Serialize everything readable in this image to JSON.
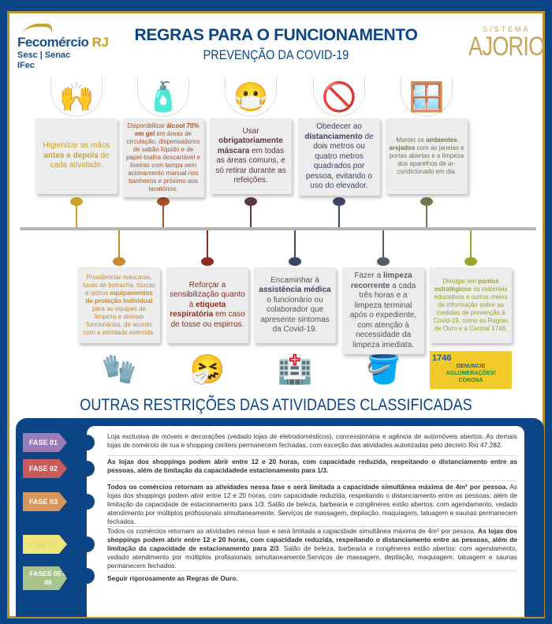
{
  "header": {
    "org_logo": {
      "name": "Fecomércio",
      "suffix": "RJ",
      "line2": "Sesc | Senac",
      "line3": "IFec"
    },
    "title": "REGRAS PARA O FUNCIONAMENTO",
    "subtitle": "PREVENÇÃO DA COVID-19",
    "partner_logo": {
      "small": "SISTEMA",
      "big": "AJORIO"
    }
  },
  "top_cards": [
    {
      "icon": "hands-washing-icon",
      "color": "#c9a227",
      "parts": [
        {
          "t": "Higienizar as mãos "
        },
        {
          "t": "antes e depois",
          "b": true
        },
        {
          "t": " de cada atividade."
        }
      ]
    },
    {
      "icon": "alcohol-gel-bottle-icon",
      "color": "#a8532a",
      "parts": [
        {
          "t": "Disponibilizar "
        },
        {
          "t": "álcool 70% em gel",
          "b": true
        },
        {
          "t": " em áreas de circulação, dispensadores de sabão líquido e de papel-toalha descartável e lixeiras com tampa sem acionamento manual nos banheiros e próximo aos lavatórios."
        }
      ]
    },
    {
      "icon": "face-mask-icon",
      "color": "#5a3a3e",
      "parts": [
        {
          "t": "Usar "
        },
        {
          "t": "obrigatoriamente máscara",
          "b": true
        },
        {
          "t": " em todas as áreas comuns, e só retirar durante as refeições."
        }
      ]
    },
    {
      "icon": "no-handshake-icon",
      "color": "#3b4564",
      "parts": [
        {
          "t": "Obedecer ao "
        },
        {
          "t": "distanciamento",
          "b": true
        },
        {
          "t": " de dois metros ou quatro metros quadrados por pessoa, evitando o uso do elevador."
        }
      ]
    },
    {
      "icon": "open-window-icon",
      "color": "#6b7a50",
      "parts": [
        {
          "t": "Manter os "
        },
        {
          "t": "ambientes arejados",
          "b": true
        },
        {
          "t": " com as janelas e portas abertas e a limpeza dos aparelhos de ar-condicionado em dia."
        }
      ]
    }
  ],
  "bottom_cards": [
    {
      "icon": "rubber-gloves-icon",
      "color": "#c78a2e",
      "parts": [
        {
          "t": "Providenciar máscaras, luvas de borracha, toucas e outros "
        },
        {
          "t": "equipamentos de proteção individual",
          "b": true
        },
        {
          "t": " para as equipes de limpeza e demais funcionários, de acordo com a atividade exercida."
        }
      ]
    },
    {
      "icon": "sneezing-person-icon",
      "color": "#8b2e1e",
      "parts": [
        {
          "t": "Reforçar a sensibilização quanto à "
        },
        {
          "t": "etiqueta respiratória",
          "b": true
        },
        {
          "t": " em caso de tosse ou espirros."
        }
      ]
    },
    {
      "icon": "hospital-icon",
      "color": "#3b4564",
      "parts": [
        {
          "t": "Encaminhar à "
        },
        {
          "t": "assistência médica",
          "b": true
        },
        {
          "t": " o funcionário ou colaborador que apresente sintomas da Covid-19."
        }
      ]
    },
    {
      "icon": "mop-bucket-icon",
      "color": "#555d66",
      "parts": [
        {
          "t": "Fazer a "
        },
        {
          "t": "limpeza recorrente",
          "b": true
        },
        {
          "t": " a cada três horas e a limpeza terminal após o expediente, com atenção à necessidade da limpeza imediata."
        }
      ]
    },
    {
      "icon": "campaign-banner-icon",
      "color": "#9aa22c",
      "parts": [
        {
          "t": "Divulgar em "
        },
        {
          "t": "pontos estratégicos",
          "b": true
        },
        {
          "t": " os materiais educativos e outros meios de informação sobre as medidas de prevenção à Covid-19, como as Regras de Ouro e a Central 1746."
        }
      ]
    }
  ],
  "banner": {
    "number": "1746",
    "line1": "DENUNCIE",
    "line2": "AGLOMERAÇÕES!",
    "footer": "CORONA"
  },
  "restrictions": {
    "title": "OUTRAS RESTRIÇÕES DAS ATIVIDADES CLASSIFICADAS",
    "phases": [
      {
        "label": "FASE 01",
        "color": "#9a7bb5",
        "parts": [
          {
            "t": "Loja exclusiva de móveis e decorações (vedado lojas de eletrodomésticos), concessionária e agência de automóveis abertos. As demais lojas de comércio de rua e shopping centers permanecem fechadas, com exceção das atividades autorizadas pelo decreto Rio 47.282."
          }
        ]
      },
      {
        "label": "FASE 02",
        "color": "#c85a5a",
        "parts": [
          {
            "t": "As lojas dos shoppings podem abrir entre 12 e 20 horas, com capacidade reduzida, respeitando o distanciamento entre as pessoas, além de limitação da capacidadede estacionamento para 1/3.",
            "b": true
          }
        ]
      },
      {
        "label": "FASE 03",
        "color": "#d9955a",
        "parts": [
          {
            "t": "Todos os comércios retornam as atividades nessa fase e será limitada a capacidade simultânea máxima de 4m² por pessoa.",
            "b": true
          },
          {
            "t": " As lojas dos shoppings podem abrir entre 12 e 20 horas, com capacidade reduzida, respeitando o distanciamento entre as pessoas, além de limitação da capacidade de estacionamento para 1/3.  Salão de beleza, barbearia e congêneres estão abertos: com agendamento, vedado atendimento por múltiplos profissionais simultaneamente. Serviços de massagem, depilação, maquiagem, tatuagem e saunas permanecem fechados."
          }
        ]
      },
      {
        "label": "FASE 04",
        "color": "#efe57a",
        "parts": [
          {
            "t": "Todos os comércios retornam as atividades nessa fase e será limitada a capacidade simultânea máxima de 4m² por pessoa. "
          },
          {
            "t": "As lojas dos shoppings podem abrir entre 12 e 20 horas, com capacidade reduzida, respeitando o distanciamento entre as pessoas, além de limitação da capacidade de estacionamento para 2/3",
            "b": true
          },
          {
            "t": ". Salão de beleza, barbearia e congêneres estão abertos: com agendamento, vedado atendimento por múltiplos profissionais simultaneamente.Serviços de massagem, depilação, maquiagem, tatuagem e saunas permanecem fechados."
          }
        ]
      },
      {
        "label": "FASES 05 e 06",
        "color": "#a8c48a",
        "parts": [
          {
            "t": "Seguir rigorosamente as Regras de Ouro.",
            "b": true
          }
        ]
      }
    ]
  }
}
